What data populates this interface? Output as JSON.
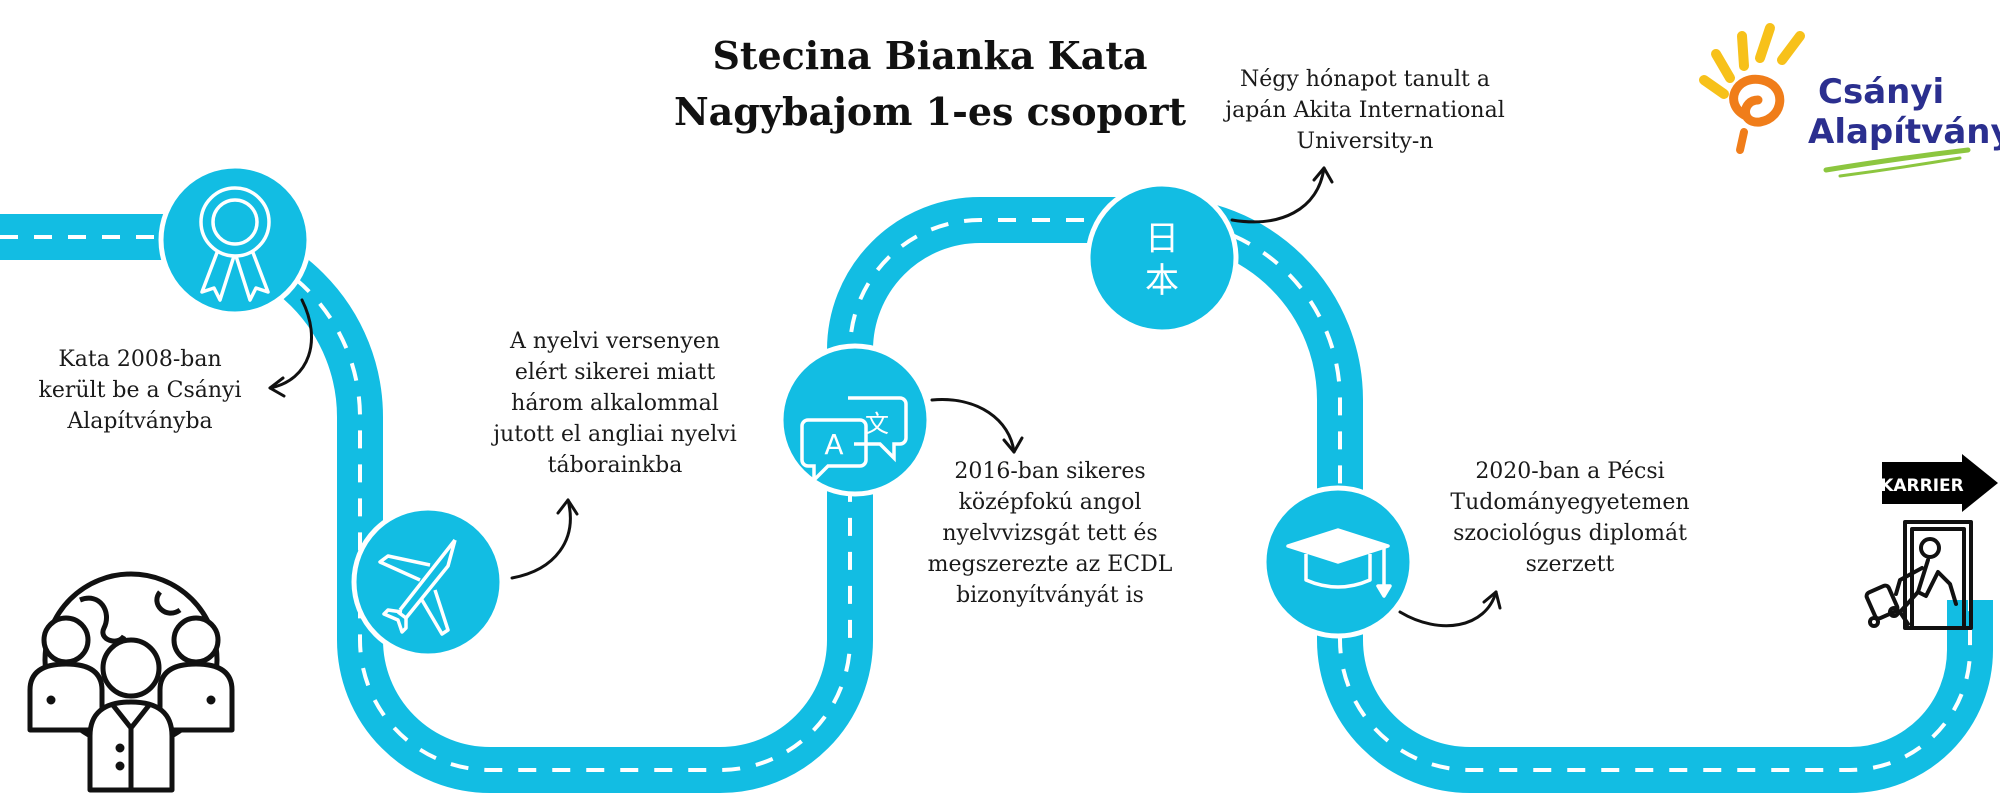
{
  "header": {
    "name": "Stecina Bianka Kata",
    "group": "Nagybajom 1-es csoport"
  },
  "logo": {
    "line1": "Csányi",
    "line2": "Alapítvány",
    "colors": {
      "sun_yellow": "#f7c11a",
      "sun_orange": "#f07d1a",
      "text": "#2b2f8f",
      "grass": "#8cc63f"
    }
  },
  "colors": {
    "road": "#12bde3",
    "road_dash": "#ffffff",
    "icon_stroke": "#ffffff",
    "ink": "#111111"
  },
  "milestones": [
    {
      "icon": "award-ribbon-icon",
      "text": [
        "Kata 2008-ban",
        "került be a Csányi",
        "Alapítványba"
      ]
    },
    {
      "icon": "airplane-icon",
      "text": [
        "A nyelvi versenyen",
        "elért sikerei miatt",
        "három alkalommal",
        "jutott el angliai nyelvi",
        "táborainkba"
      ]
    },
    {
      "icon": "language-translate-icon",
      "text": [
        "2016-ban sikeres",
        "középfokú angol",
        "nyelvvizsgát tett és",
        "megszerezte az ECDL",
        "bizonyítványát is"
      ]
    },
    {
      "icon": "japanese-characters-icon",
      "text": [
        "Négy hónapot tanult a",
        "japán Akita International",
        "University-n"
      ]
    },
    {
      "icon": "graduation-cap-icon",
      "text": [
        "2020-ban a Pécsi",
        "Tudományegyetemen",
        "szociológus diplomát",
        "szerzett"
      ]
    }
  ],
  "translate_bubbles": {
    "left": "A",
    "right": "文"
  },
  "japanese_glyphs": [
    "日",
    "本"
  ],
  "career": {
    "label": "KARRIER",
    "icon": "exit-door-person-icon"
  },
  "people_icon": "global-team-icon"
}
